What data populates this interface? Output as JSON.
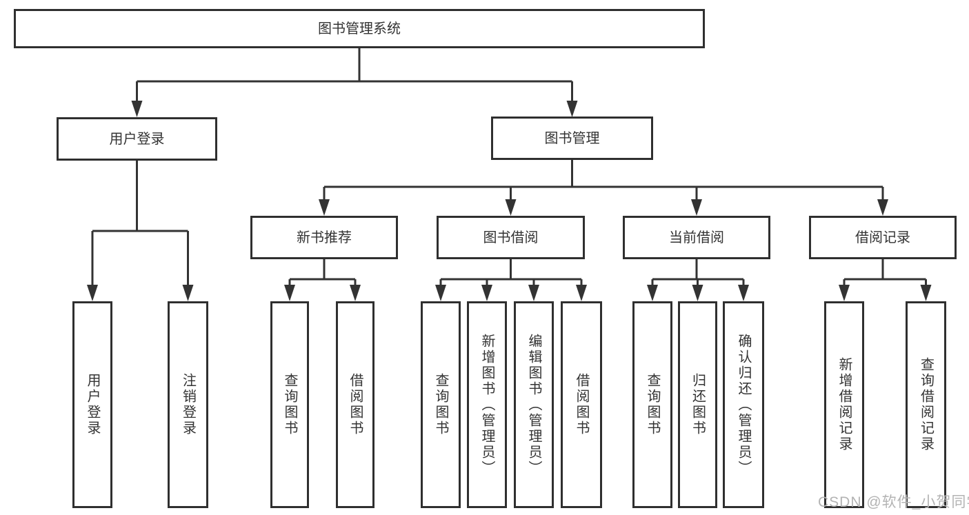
{
  "diagram": {
    "root": {
      "label": "图书管理系统"
    },
    "branches": [
      {
        "label": "用户登录",
        "children": [
          {
            "label": "用户登录"
          },
          {
            "label": "注销登录"
          }
        ]
      },
      {
        "label": "图书管理",
        "children": [
          {
            "label": "新书推荐",
            "children": [
              {
                "label": "查询图书"
              },
              {
                "label": "借阅图书"
              }
            ]
          },
          {
            "label": "图书借阅",
            "children": [
              {
                "label": "查询图书"
              },
              {
                "label": "新增图书（管理员）"
              },
              {
                "label": "编辑图书（管理员）"
              },
              {
                "label": "借阅图书"
              }
            ]
          },
          {
            "label": "当前借阅",
            "children": [
              {
                "label": "查询图书"
              },
              {
                "label": "归还图书"
              },
              {
                "label": "确认归还（管理员）"
              }
            ]
          },
          {
            "label": "借阅记录",
            "children": [
              {
                "label": "新增借阅记录"
              },
              {
                "label": "查询借阅记录"
              }
            ]
          }
        ]
      }
    ]
  },
  "watermark": {
    "text": "CSDN @软件_小贺同学"
  },
  "colors": {
    "line": "#333333",
    "box_border": "#2f2f2f",
    "box_background": "#ffffff",
    "label_text": "#333333",
    "watermark_text": "#b3b3b3",
    "page_background": "#ffffff"
  }
}
